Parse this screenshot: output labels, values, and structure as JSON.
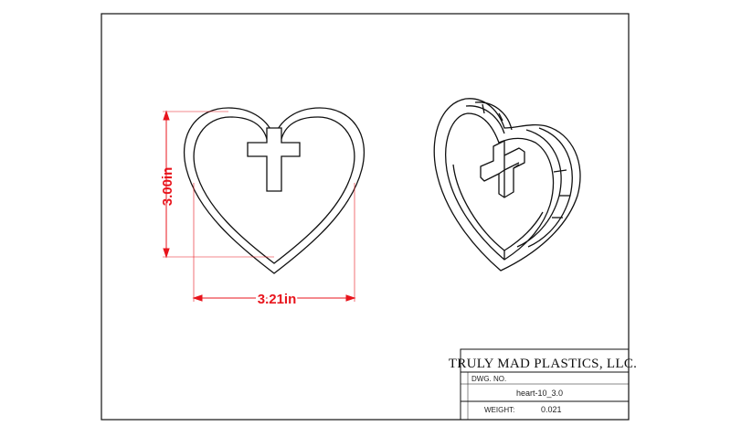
{
  "drawing": {
    "dimension_height": "3.00in",
    "dimension_width": "3.21in"
  },
  "title_block": {
    "company": "TRULY MAD PLASTICS, LLC.",
    "dwg_no_label": "DWG. NO.",
    "dwg_no_value": "heart-10_3.0",
    "weight_label": "WEIGHT:",
    "weight_value": "0.021"
  },
  "colors": {
    "line": "#111111",
    "dimension": "#e8141c"
  }
}
